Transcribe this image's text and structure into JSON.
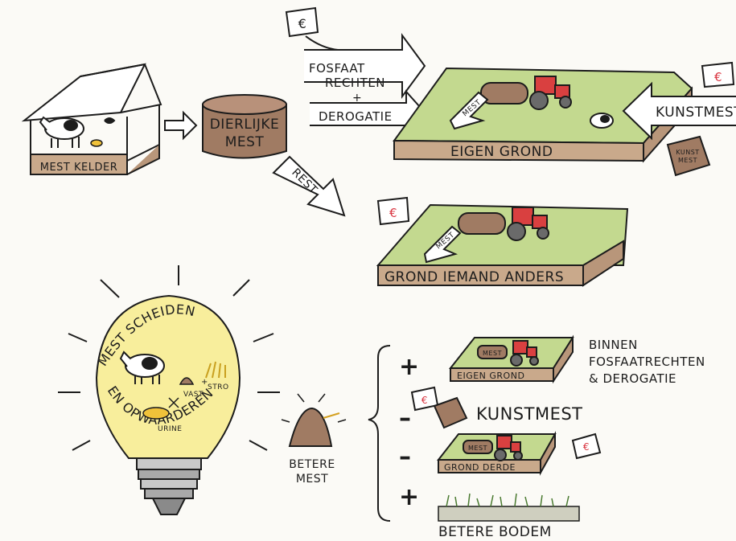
{
  "top": {
    "barn_label": "MEST KELDER",
    "tank_line1": "DIERLIJKE",
    "tank_line2": "MEST",
    "arrow_fosfaat_line1": "FOSFAAT",
    "arrow_fosfaat_line2": "RECHTEN",
    "plus_sign": "+",
    "arrow_derogatie": "DEROGATIE",
    "field_mest_label": "MEST",
    "field_own_label": "EIGEN GROND",
    "kunstmest_arrow": "KUNSTMEST",
    "bag_label_line1": "KUNST",
    "bag_label_line2": "MEST",
    "rest_label": "REST",
    "other_mest_label": "MEST",
    "field_other_label": "GROND IEMAND ANDERS",
    "euro_symbol": "€"
  },
  "bulb": {
    "arc_top": "MEST SCHEIDEN",
    "arc_bottom": "EN OPWAARDEREN",
    "vast_label": "VAST",
    "plus_label": "+",
    "stro_label": "STRO",
    "urine_label": "URINE"
  },
  "result": {
    "betere_line1": "BETERE",
    "betere_line2": "MEST"
  },
  "options": [
    {
      "sign": "+",
      "field_label": "EIGEN GROND",
      "tank_label": "MEST",
      "note_line1": "BINNEN",
      "note_line2": "FOSFAATRECHTEN",
      "note_line3": "& DEROGATIE"
    },
    {
      "sign": "–",
      "note": "KUNSTMEST"
    },
    {
      "sign": "–",
      "field_label": "GROND DERDE",
      "tank_label": "MEST"
    },
    {
      "sign": "+",
      "note": "BETERE BODEM"
    }
  ],
  "colors": {
    "grass": "#c3d98f",
    "soil": "#c9a98b",
    "tank": "#a07b63",
    "tractor": "#d94040",
    "bulb": "#f8ee9c",
    "euro_red": "#d9333f",
    "ink": "#1c1c1c"
  }
}
